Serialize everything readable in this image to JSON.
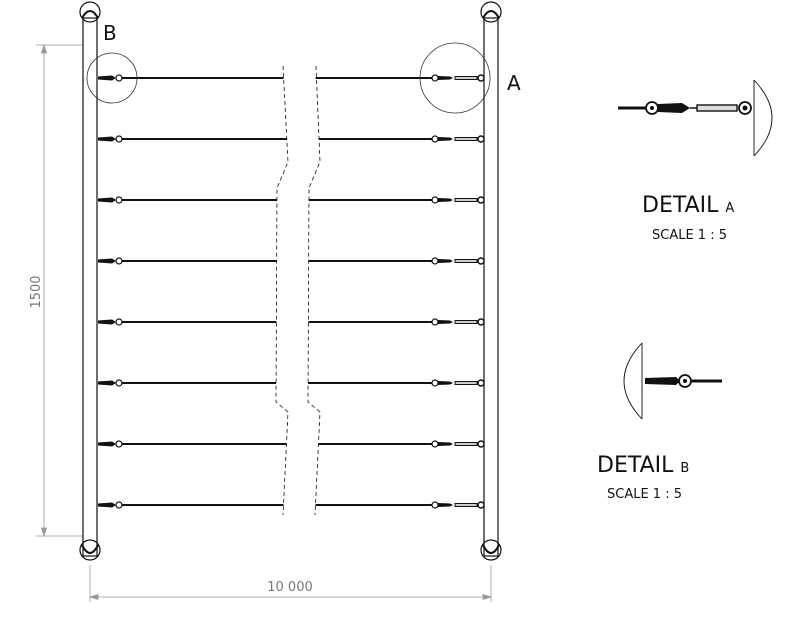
{
  "drawing": {
    "cable_rows": 8,
    "detail_circle_labels": {
      "b": "B",
      "a": "A"
    },
    "dimensions": {
      "height": "1500",
      "width": "10 000"
    }
  },
  "details": [
    {
      "title": "DETAIL",
      "letter": "A",
      "scale": "SCALE 1 : 5"
    },
    {
      "title": "DETAIL",
      "letter": "B",
      "scale": "SCALE 1 : 5"
    }
  ]
}
